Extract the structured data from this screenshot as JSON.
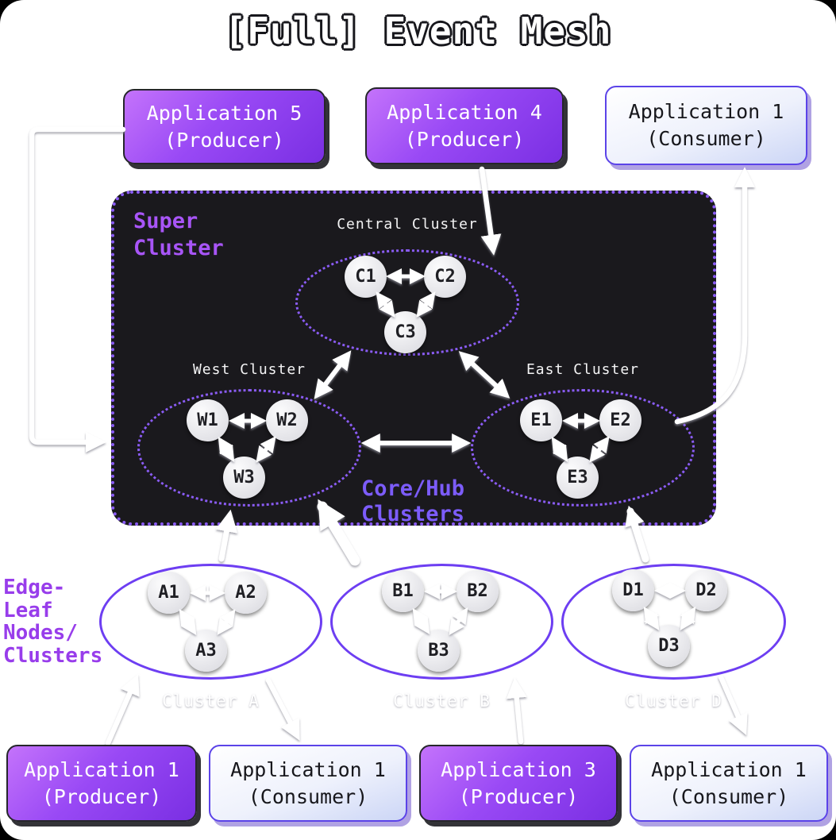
{
  "title": "[Full] Event Mesh",
  "colors": {
    "accent_purple": "#8b5cf6",
    "label_purple": "#a855f7",
    "core_label_purple": "#7c5cfa",
    "edge_label_purple": "#9333ea",
    "super_cluster_bg": "#1a191d",
    "producer_gradient_start": "#c473fb",
    "producer_gradient_end": "#7a2fe3",
    "consumer_border": "#5b43e8",
    "arrow_color": "#ffffff",
    "canvas_bg": "#ffffff"
  },
  "apps": {
    "top": [
      {
        "line1": "Application 5",
        "line2": "(Producer)"
      },
      {
        "line1": "Application 4",
        "line2": "(Producer)"
      },
      {
        "line1": "Application 1",
        "line2": "(Consumer)"
      }
    ],
    "bottom": [
      {
        "line1": "Application 1",
        "line2": "(Producer)"
      },
      {
        "line1": "Application 1",
        "line2": "(Consumer)"
      },
      {
        "line1": "Application 3",
        "line2": "(Producer)"
      },
      {
        "line1": "Application 1",
        "line2": "(Consumer)"
      }
    ]
  },
  "super_cluster": {
    "label": {
      "line1": "Super",
      "line2": "Cluster"
    },
    "core_label": {
      "line1": "Core/Hub",
      "line2": "Clusters"
    },
    "central": {
      "label": "Central Cluster",
      "nodes": [
        "C1",
        "C2",
        "C3"
      ]
    },
    "west": {
      "label": "West Cluster",
      "nodes": [
        "W1",
        "W2",
        "W3"
      ]
    },
    "east": {
      "label": "East Cluster",
      "nodes": [
        "E1",
        "E2",
        "E3"
      ]
    }
  },
  "edge": {
    "side_label": {
      "line1": "Edge-",
      "line2": "Leaf",
      "line3": "Nodes/",
      "line4": "Clusters"
    },
    "clusters": [
      {
        "label": "Cluster A",
        "nodes": [
          "A1",
          "A2",
          "A3"
        ]
      },
      {
        "label": "Cluster B",
        "nodes": [
          "B1",
          "B2",
          "B3"
        ]
      },
      {
        "label": "Cluster D",
        "nodes": [
          "D1",
          "D2",
          "D3"
        ]
      }
    ]
  }
}
